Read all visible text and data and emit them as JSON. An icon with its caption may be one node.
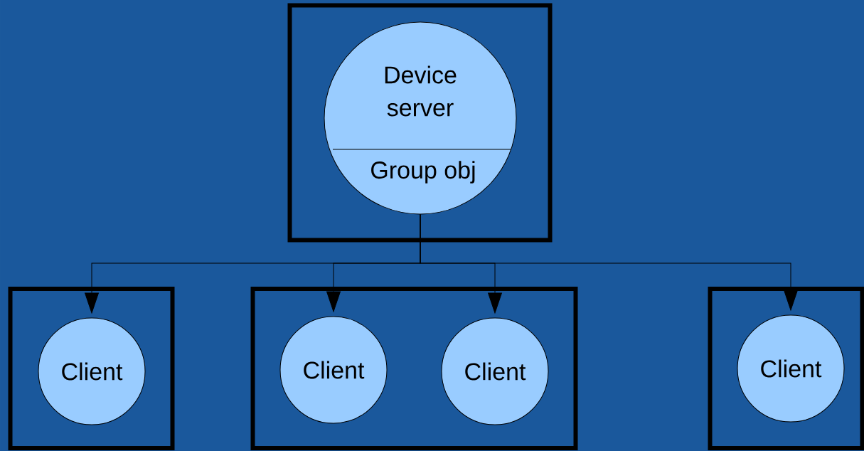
{
  "diagram": {
    "nodes": [
      {
        "text": [],
        "shape": "box"
      },
      {
        "text": [
          "Device server",
          "Group obj"
        ],
        "in": 0
      },
      {
        "text": [],
        "shape": "box"
      },
      {
        "text": [
          "Client"
        ],
        "in": 2
      },
      {
        "text": [],
        "shape": "box"
      },
      {
        "text": [
          "Client"
        ],
        "in": 4
      },
      {
        "text": [
          "Client"
        ],
        "in": 4
      },
      {
        "text": [],
        "shape": "box"
      },
      {
        "text": [
          "Client"
        ],
        "in": 7
      }
    ],
    "edges": [
      {
        "from": 1,
        "to": 3,
        "arrow": "to"
      },
      {
        "from": 1,
        "to": 5,
        "arrow": "to"
      },
      {
        "from": 1,
        "to": 6,
        "arrow": "to"
      },
      {
        "from": 1,
        "to": 8,
        "arrow": "to"
      }
    ]
  }
}
